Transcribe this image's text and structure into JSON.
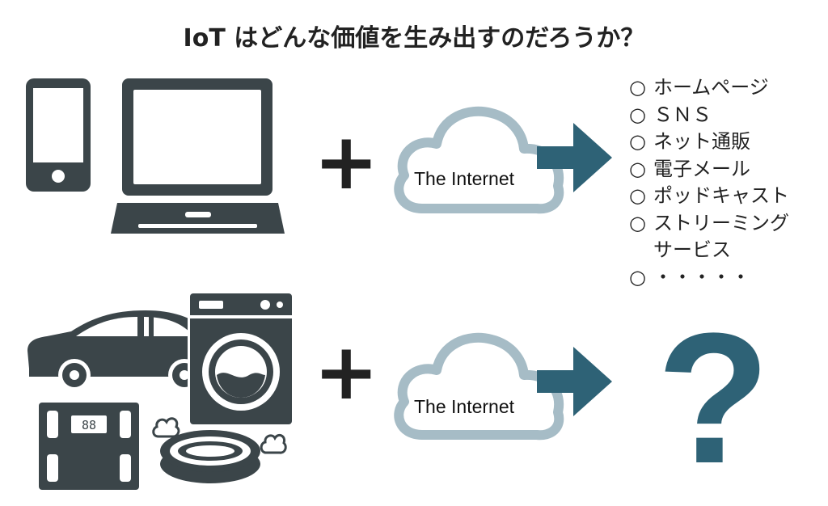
{
  "title": "IoT はどんな価値を生み出すのだろうか？",
  "plus_sign": "+",
  "cloud_label": "The Internet",
  "question_mark": "?",
  "services": {
    "bullet": "○",
    "items": [
      "ホームページ",
      "ＳＮＳ",
      "ネット通販",
      "電子メール",
      "ポッドキャスト",
      "ストリーミング",
      "サービス",
      "・・・・・"
    ]
  },
  "scale_display": "88",
  "colors": {
    "device": "#3b4549",
    "cloud": "#a6bcc6",
    "arrow": "#2e6276",
    "text": "#222222"
  },
  "icons": {
    "row1": [
      "smartphone-icon",
      "laptop-icon"
    ],
    "row2": [
      "car-icon",
      "washing-machine-icon",
      "bathroom-scale-icon",
      "robot-vacuum-icon"
    ]
  }
}
